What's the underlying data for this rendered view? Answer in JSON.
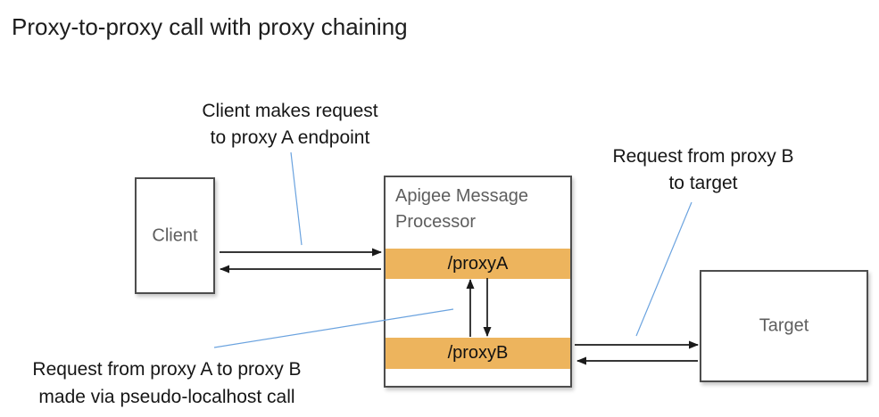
{
  "title": "Proxy-to-proxy call with proxy chaining",
  "colors": {
    "bar_orange": "#EDB45D",
    "leader_blue": "#6BA3DF",
    "box_border": "#4D4D4D",
    "muted_text": "#5E5E5E",
    "arrow_black": "#1A1A1A"
  },
  "nodes": {
    "client": {
      "label": "Client"
    },
    "message_processor": {
      "title": "Apigee Message Processor"
    },
    "proxy_a": {
      "label": "/proxyA"
    },
    "proxy_b": {
      "label": "/proxyB"
    },
    "target": {
      "label": "Target"
    }
  },
  "annotations": {
    "client_request": {
      "line1": "Client makes request",
      "line2": "to proxy A endpoint"
    },
    "proxyb_to_target": {
      "line1": "Request from proxy B",
      "line2": "to target"
    },
    "proxya_to_proxyb": {
      "line1": "Request from proxy A to proxy B",
      "line2": "made via pseudo-localhost call"
    }
  }
}
